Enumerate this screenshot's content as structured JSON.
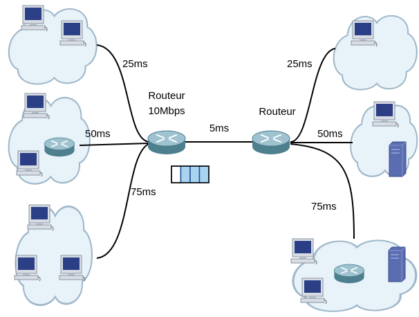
{
  "colors": {
    "cloud_fill": "#e8f2f9",
    "cloud_stroke": "#9fb8c9",
    "link": "#000000",
    "router_body": "#4d7f8f",
    "router_top": "#9ec2cf",
    "monitor_frame": "#d8dce3",
    "monitor_screen": "#2a3f86",
    "server_body": "#5a6db0",
    "queue_fill": "#a9d3ee",
    "queue_empty": "#ffffff",
    "queue_border": "#2050a0"
  },
  "icons": [
    "cloud-icon",
    "router-icon",
    "workstation-icon",
    "server-icon",
    "queue-icon"
  ],
  "labels": {
    "left_router": [
      "Routeur",
      "10Mbps"
    ],
    "right_router": "Routeur",
    "core_link": "5ms",
    "left_top": "25ms",
    "left_mid": "50ms",
    "left_bot": "75ms",
    "right_top": "25ms",
    "right_mid": "50ms",
    "right_bot": "75ms"
  },
  "queue": {
    "slots_total": 4,
    "slots_filled": 3
  }
}
